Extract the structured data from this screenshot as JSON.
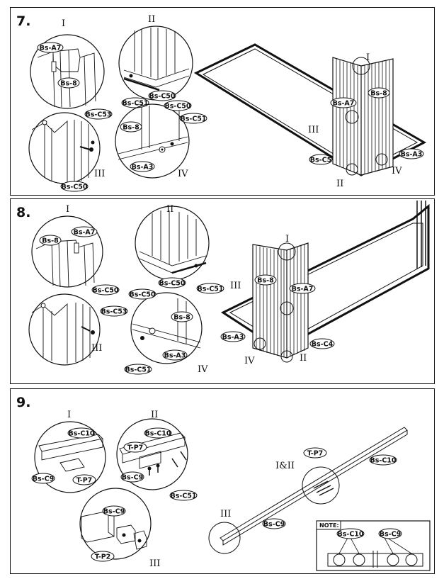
{
  "steps": [
    {
      "number": "7.",
      "romans": {
        "i_top": "I",
        "ii_top": "II",
        "iii": "III",
        "iv": "IV",
        "i_main": "I",
        "iii_main": "III",
        "ii_main": "II",
        "iv_main": "IV"
      },
      "labels": {
        "c1_a7": "Bs-A7",
        "c1_8": "Bs-8",
        "c2_c51": "Bs-C51",
        "c2_c50": "Bs-C50",
        "c3_c53": "Bs-C53",
        "c3_c50": "Bs-C50",
        "c4_c50": "Bs-C50",
        "c4_c51": "Bs-C51",
        "c4_8": "Bs-8",
        "c4_a3": "Bs-A3",
        "m_a7": "Bs-A7",
        "m_8": "Bs-8",
        "m_c5": "Bs-C5",
        "m_a3": "Bs-A3"
      }
    },
    {
      "number": "8.",
      "romans": {
        "i_top": "I",
        "ii_top": "II",
        "iii": "III",
        "iv": "IV",
        "i_main": "I",
        "iii_main": "III",
        "ii_main": "II",
        "iv_main": "IV"
      },
      "labels": {
        "c1_8": "Bs-8",
        "c1_a7": "Bs-A7",
        "c2_c50": "Bs-C50",
        "c2_c51": "Bs-C51",
        "c3_c50": "Bs-C50",
        "c3_c53": "Bs-C53",
        "c4_c50": "Bs-C50",
        "c4_8": "Bs-8",
        "c4_a3": "Bs-A3",
        "c4_c51": "Bs-C51",
        "m_8": "Bs-8",
        "m_a7": "Bs-A7",
        "m_a3": "Bs-A3",
        "m_c4": "Bs-C4"
      }
    },
    {
      "number": "9.",
      "romans": {
        "i_top": "I",
        "ii_top": "II",
        "iii": "III",
        "iii_main": "III",
        "i_ii_main": "I&II"
      },
      "labels": {
        "c1_c10": "Bs-C10",
        "c1_c9": "Bs-C9",
        "c1_tp7": "T-P7",
        "c2_c10": "Bs-C10",
        "c2_tp7": "T-P7",
        "c2_c9": "Bs-C9",
        "c2_c51": "Bs-C51",
        "c3_c9": "Bs-C9",
        "c3_tp2": "T-P2",
        "m_tp7": "T-P7",
        "m_c10": "Bs-C10",
        "m_c9": "Bs-C9",
        "note_title": "NOTE:",
        "note_c10": "Bs-C10",
        "note_c9": "Bs-C9"
      }
    }
  ]
}
